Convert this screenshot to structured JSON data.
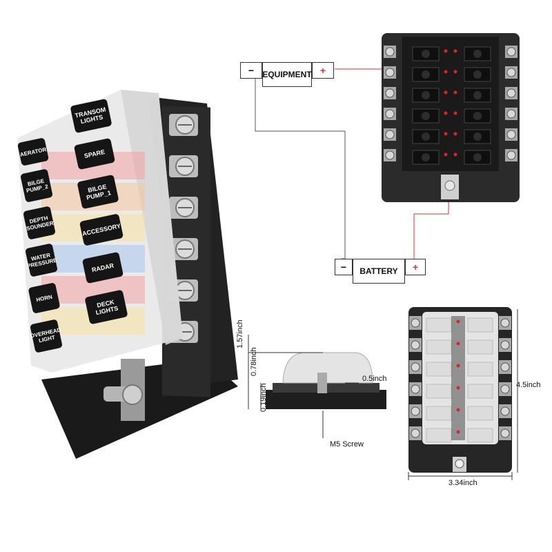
{
  "fuse_labels_left": [
    "AERATOR",
    "BILGE PUMP_2",
    "DEPTH SOUNDER",
    "WATER PRESSURE",
    "HORN",
    "OVERHEAD LIGHT"
  ],
  "fuse_labels_right": [
    "TRANSOM LIGHTS",
    "SPARE",
    "BILGE PUMP_1",
    "ACCESSORY",
    "RADAR",
    "DECK LIGHTS"
  ],
  "wiring": {
    "equipment_label": "EQUIPMENT",
    "battery_label": "BATTERY",
    "minus": "−",
    "plus": "+"
  },
  "dimensions": {
    "top_height": "1.57inch",
    "cover_height": "0.78inch",
    "base_height": "0.19inch",
    "stud_offset": "0.5inch",
    "screw": "M5 Screw",
    "height": "4.5inch",
    "width": "3.34inch"
  },
  "colors": {
    "led_red": "#e0202a",
    "wire_red": "#d9333a",
    "base_black": "#1e1e1e"
  }
}
